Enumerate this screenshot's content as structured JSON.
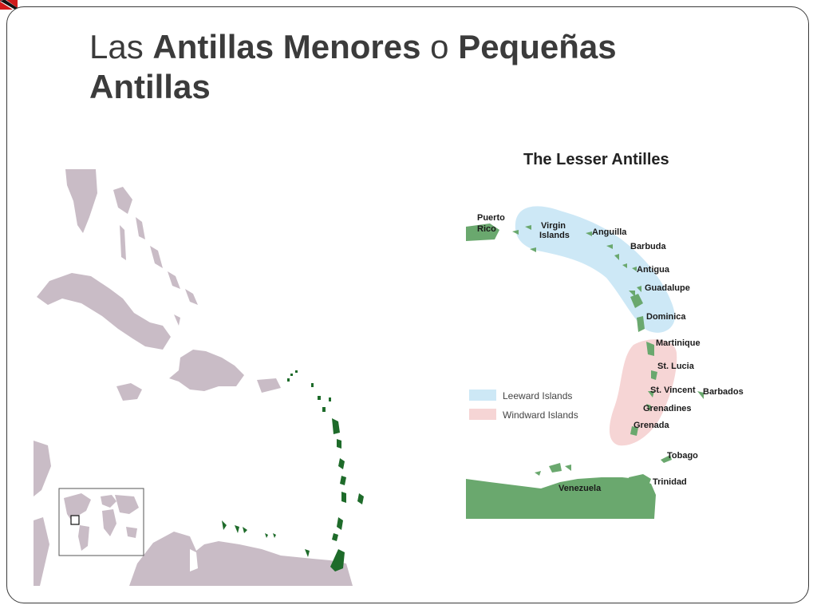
{
  "slide": {
    "title": {
      "p1": "Las ",
      "p2": "Antillas Menores",
      "p3": " o ",
      "p4": "Pequeñas",
      "p5": "Antillas"
    }
  },
  "colors": {
    "land_grey": "#c9bcc6",
    "island_green": "#1e6b2a",
    "map_green": "#6aa86e",
    "leeward_blue": "#cde8f6",
    "windward_pink": "#f6d5d5",
    "frame": "#3a3a3a"
  },
  "right_map": {
    "title": "The Lesser Antilles",
    "labels": {
      "puerto": "Puerto",
      "rico": "Rico",
      "virgin": "Virgin",
      "islands": "Islands",
      "anguilla": "Anguilla",
      "barbuda": "Barbuda",
      "antigua": "Antigua",
      "guadalupe": "Guadalupe",
      "dominica": "Dominica",
      "martinique": "Martinique",
      "st_lucia": "St. Lucia",
      "st_vincent": "St. Vincent",
      "barbados": "Barbados",
      "grenadines": "Grenadines",
      "grenada": "Grenada",
      "tobago": "Tobago",
      "trinidad": "Trinidad",
      "venezuela": "Venezuela"
    },
    "legend": [
      {
        "label": "Leeward Islands",
        "color": "#cde8f6"
      },
      {
        "label": "Windward Islands",
        "color": "#f6d5d5"
      }
    ]
  }
}
